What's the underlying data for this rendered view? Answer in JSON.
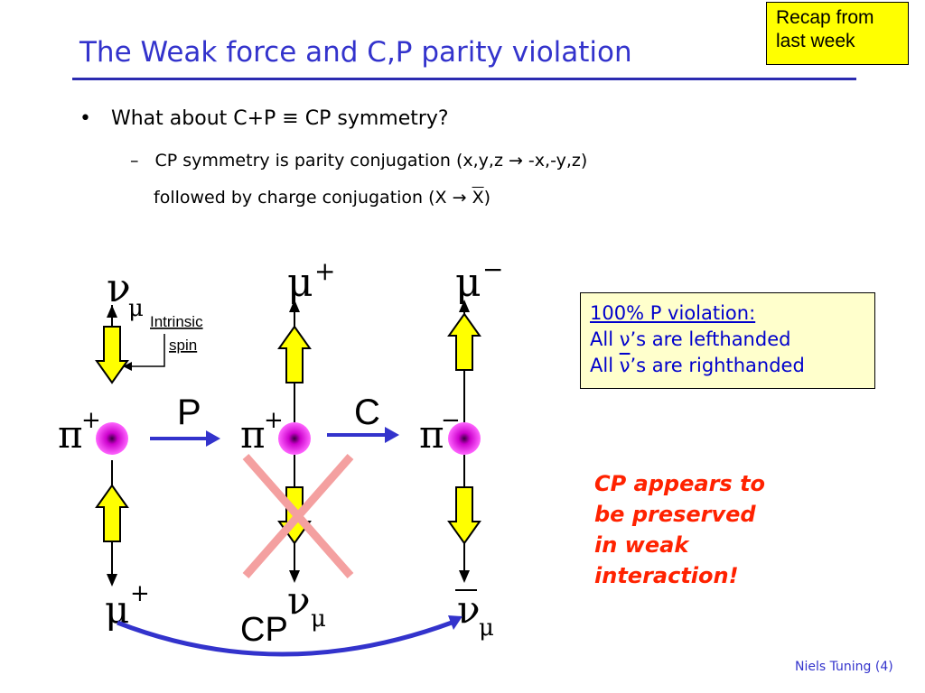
{
  "slide": {
    "title": "The Weak force and C,P parity violation",
    "recap_box": {
      "line1": "Recap from",
      "line2": "last week"
    },
    "bullet": {
      "marker": "•",
      "text": "What about C+P ≡ CP symmetry?"
    },
    "sub_bullet": {
      "marker": "–",
      "line1": "CP symmetry is parity conjugation (x,y,z → -x,-y,z)",
      "line2_prefix": "followed by charge conjugation (X → ",
      "line2_bar": "X",
      "line2_suffix": ")"
    },
    "p_violation_box": {
      "heading": "100% P violation:",
      "line1": "All ν’s are lefthanded",
      "line2_prefix": "All ",
      "line2_bar": "ν",
      "line2_suffix": "’s are righthanded"
    },
    "cp_note": {
      "line1": "CP appears to",
      "line2": "be preserved",
      "line3": "in weak",
      "line4": "interaction!"
    },
    "footer": "Niels Tuning (4)"
  },
  "diagram": {
    "operator_p": "P",
    "operator_c": "C",
    "operator_cp": "CP",
    "intrinsic_spin_label_1": "Intrinsic",
    "intrinsic_spin_label_2": "spin",
    "col1": {
      "top_main": "ν",
      "top_sub": "μ",
      "pion_main": "π",
      "pion_sup": "+",
      "bottom_main": "μ",
      "bottom_sup": "+"
    },
    "col2": {
      "top_main": "μ",
      "top_sup": "+",
      "pion_main": "π",
      "pion_sup": "+",
      "bottom_main": "ν",
      "bottom_sub": "μ"
    },
    "col3": {
      "top_main": "μ",
      "top_sup": "−",
      "pion_main": "π",
      "pion_sup": "−",
      "bottom_main": "ν",
      "bottom_sub": "μ"
    },
    "colors": {
      "arrow_fill": "#ffff00",
      "operator_arrow": "#3333cc",
      "cross": "#f4a0a0",
      "pion_core": "#cc00cc"
    }
  }
}
